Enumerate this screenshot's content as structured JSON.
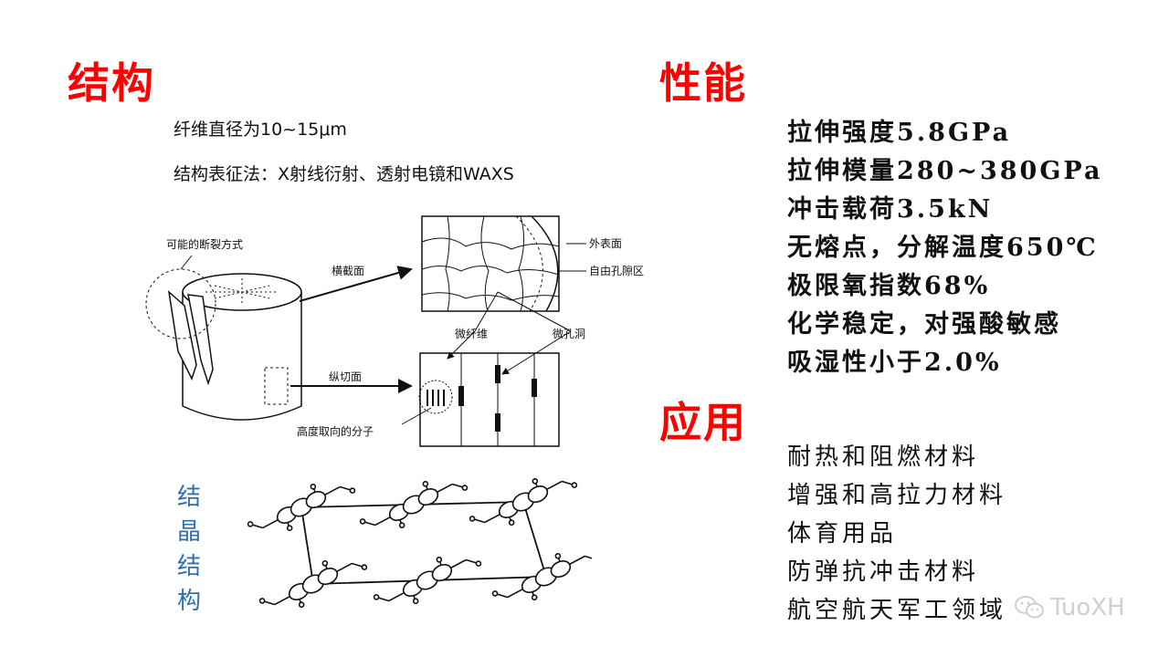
{
  "structure": {
    "heading": "结构",
    "intro_lines": [
      "纤维直径为10~15μm",
      "结构表征法：X射线衍射、透射电镜和WAXS"
    ],
    "diagram_labels": {
      "fracture": "可能的断裂方式",
      "cross_section": "横截面",
      "outer_surface": "外表面",
      "free_pore_zone": "自由孔隙区",
      "microfibril": "微纤维",
      "micropore": "微孔洞",
      "longitudinal_section": "纵切面",
      "oriented_molecules": "高度取向的分子"
    },
    "crystal_label": [
      "结",
      "晶",
      "结",
      "构"
    ]
  },
  "performance": {
    "heading": "性能",
    "items": [
      "拉伸强度5.8GPa",
      "拉伸模量280~380GPa",
      "冲击载荷3.5kN",
      "无熔点，分解温度650℃",
      "极限氧指数68%",
      "化学稳定，对强酸敏感",
      "吸湿性小于2.0%"
    ]
  },
  "application": {
    "heading": "应用",
    "items": [
      "耐热和阻燃材料",
      "增强和高拉力材料",
      "体育用品",
      "防弹抗冲击材料",
      "航空航天军工领域"
    ]
  },
  "watermark": {
    "icon": "wechat-icon",
    "text": "TuoXH"
  },
  "colors": {
    "heading": "#ff0000",
    "crystal_label": "#2f6fb0",
    "watermark": "#cfcfcf"
  }
}
